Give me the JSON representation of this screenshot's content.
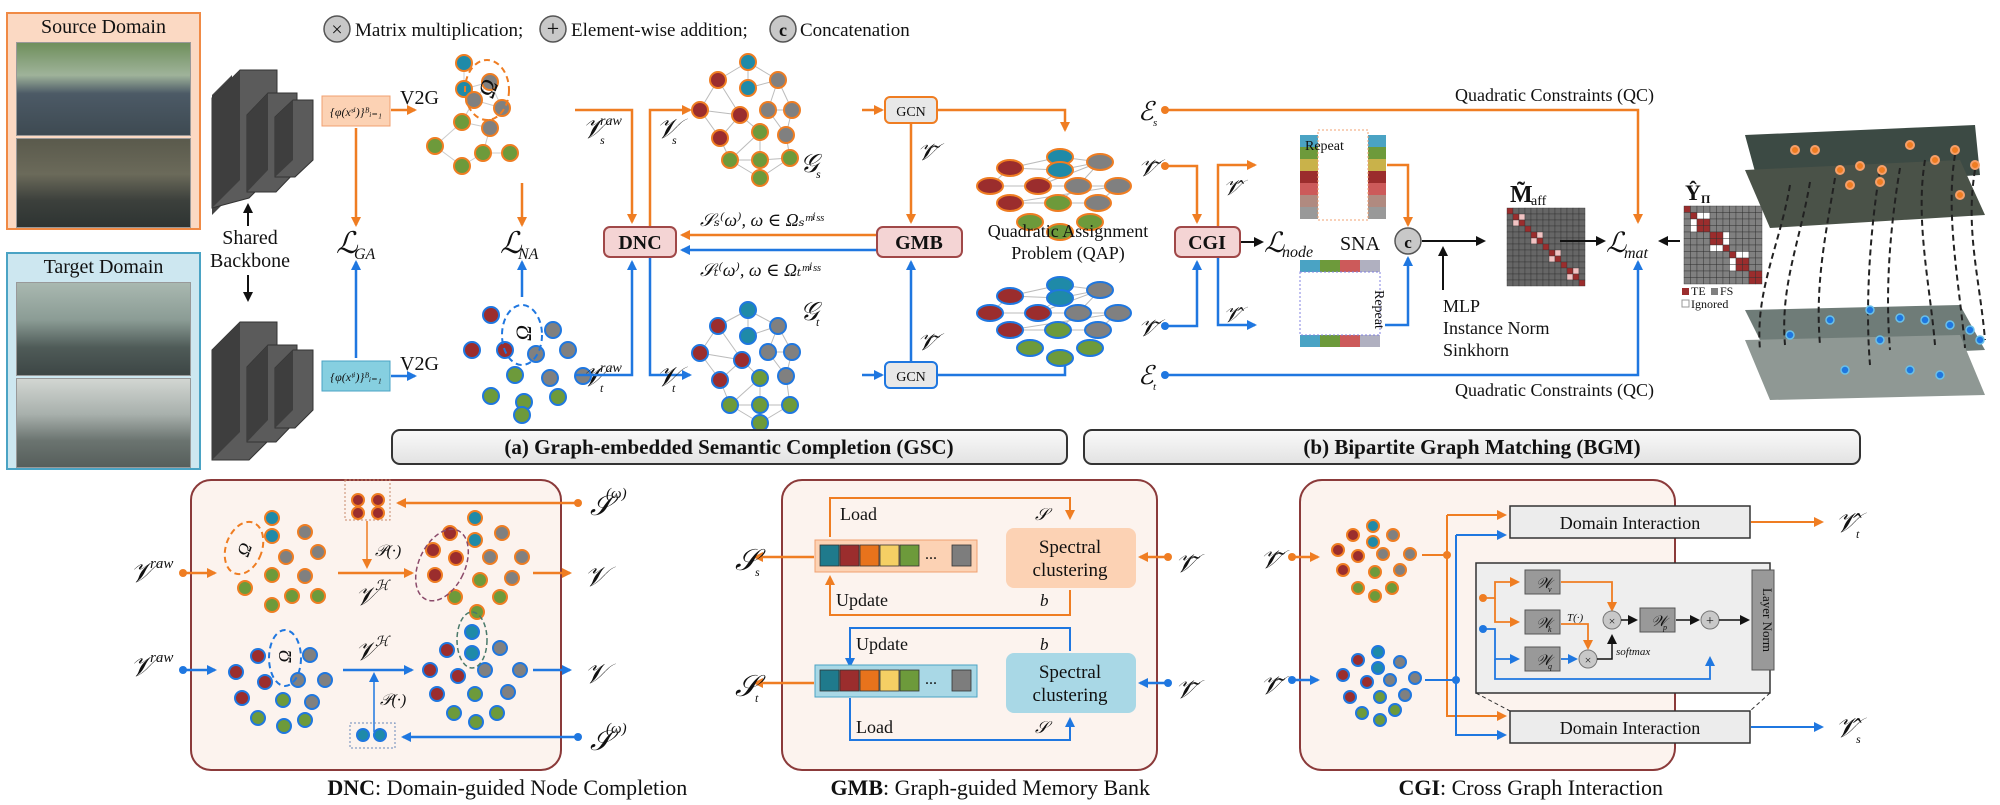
{
  "legend": {
    "mul_symbol": "×",
    "mul_label": "Matrix multiplication;",
    "add_symbol": "+",
    "add_label": "Element-wise addition;",
    "cat_symbol": "c",
    "cat_label": "Concatenation"
  },
  "left": {
    "source_title": "Source Domain",
    "target_title": "Target Domain",
    "backbone_label_1": "Shared",
    "backbone_label_2": "Backbone"
  },
  "gsc": {
    "feat_s": "{φ(xˢⁱ)}ᴮᵢ₌₁",
    "feat_t": "{φ(xᵗⁱ)}ᴮᵢ₌₁",
    "v2g": "V2G",
    "loss_ga": "ℒ",
    "loss_ga_sub": "GA",
    "loss_na": "ℒ",
    "loss_na_sub": "NA",
    "omega": "Ω",
    "omega_sup": "miss",
    "v_raw_s": "𝒱",
    "v_raw_sub_s": "s",
    "raw_sup": "raw",
    "v_raw_t": "𝒱",
    "v_raw_sub_t": "t",
    "vs": "𝒱",
    "vt": "𝒱",
    "dnc": "DNC",
    "gmb": "GMB",
    "gcn": "GCN",
    "graph_s": "𝒢",
    "graph_t": "𝒢",
    "s_omega_s": "𝒮ₛ⁽ω⁾, ω ∈ Ωₛᵐⁱˢˢ",
    "s_omega_t": "𝒮ₜ⁽ω⁾, ω ∈ Ωₜᵐⁱˢˢ",
    "vtilde": "𝒱̃"
  },
  "bgm": {
    "qap_1": "Quadratic Assignment",
    "qap_2": "Problem (QAP)",
    "qc_top": "Quadratic Constraints (QC)",
    "qc_bottom": "Quadratic Constraints (QC)",
    "es": "ℰ",
    "et": "ℰ",
    "cgi": "CGI",
    "loss_node": "ℒ",
    "loss_node_sub": "node",
    "repeat": "Repeat",
    "dots": "...",
    "sna": "SNA",
    "cat": "c",
    "mlp": "MLP",
    "inorm": "Instance Norm",
    "sinkhorn": "Sinkhorn",
    "maff": "M̃",
    "maff_sub": "aff",
    "loss_mat": "ℒ",
    "loss_mat_sub": "mat",
    "yhat": "Ŷ",
    "yhat_sub": "Π",
    "te": "TE",
    "fs": "FS",
    "ignored": "Ignored"
  },
  "sections": {
    "gsc_title": "(a) Graph-embedded Semantic Completion (GSC)",
    "bgm_title": "(b) Bipartite Graph Matching (BGM)"
  },
  "dnc_panel": {
    "caption_bold": "DNC",
    "caption_rest": ": Domain-guided Node Completion",
    "p": "𝒫(·)",
    "vh": "𝒱",
    "vh_sup": "ℋ",
    "s_omega": "𝒮",
    "s_omega_sup": "(ω)"
  },
  "gmb_panel": {
    "caption_bold": "GMB",
    "caption_rest": ": Graph-guided Memory Bank",
    "load": "Load",
    "update": "Update",
    "spectral_1": "Spectral",
    "spectral_2": "clustering",
    "bs": "b",
    "bt": "b",
    "ss": "𝒮",
    "st": "𝒮",
    "memory_colors": [
      "#1f7a8c",
      "#9b2d2d",
      "#e8731c",
      "#f5cf64",
      "#6d9a3b",
      "#7d7d7d"
    ]
  },
  "cgi_panel": {
    "caption_bold": "CGI",
    "caption_rest": ": Cross Graph Interaction",
    "domain_interaction": "Domain Interaction",
    "wv": "𝒲",
    "wv_sub": "v",
    "wk": "𝒲",
    "wk_sub": "k",
    "wq": "𝒲",
    "wq_sub": "q",
    "wp": "𝒲",
    "wp_sub": "p",
    "transpose": "T(·)",
    "softmax": "softmax",
    "layer_norm": "Layer Norm",
    "vhat": "𝒱̂"
  },
  "colors": {
    "source": "#ef7d22",
    "target": "#1f77e0",
    "module_fill": "#f4d4d4",
    "module_border": "#a04848",
    "node_teal": "#1f8aa8",
    "node_red": "#9b2d2d",
    "node_grey": "#808080",
    "node_green": "#6d9a3b"
  }
}
